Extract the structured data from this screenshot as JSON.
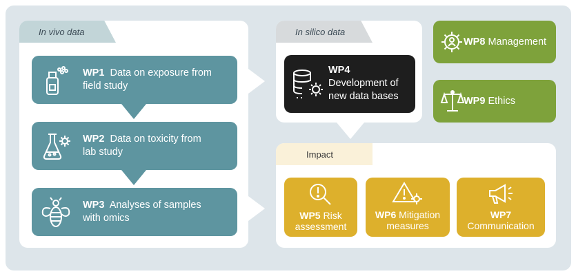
{
  "colors": {
    "teal": "#5e95a0",
    "black": "#1e1e1e",
    "green": "#7ea23b",
    "gold": "#ddb02c",
    "background": "#dde5ea"
  },
  "sections": {
    "in_vivo": "In vivo data",
    "in_silico": "In silico data",
    "impact": "Impact"
  },
  "wp1": {
    "code": "WP1",
    "text": "Data on exposure from",
    "text2": "field study",
    "icon": "spray-bottle-icon"
  },
  "wp2": {
    "code": "WP2",
    "text": "Data on toxicity from",
    "text2": "lab study",
    "icon": "flask-icon"
  },
  "wp3": {
    "code": "WP3",
    "text": "Analyses of samples",
    "text2": "with omics",
    "icon": "bee-icon"
  },
  "wp4": {
    "code": "WP4",
    "text": "Development of",
    "text2": "new data bases",
    "icon": "database-gear-icon"
  },
  "wp5": {
    "code": "WP5",
    "text": "Risk",
    "text2": "assessment",
    "icon": "risk-magnifier-icon"
  },
  "wp6": {
    "code": "WP6",
    "text": "Mitigation",
    "text2": "measures",
    "icon": "warning-gear-icon"
  },
  "wp7": {
    "code": "WP7",
    "text2": "Communication",
    "icon": "megaphone-icon"
  },
  "wp8": {
    "code": "WP8",
    "text": "Management",
    "icon": "gear-person-icon"
  },
  "wp9": {
    "code": "WP9",
    "text": "Ethics",
    "icon": "scales-icon"
  }
}
